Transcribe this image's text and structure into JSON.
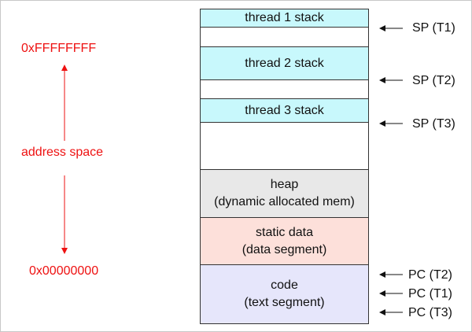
{
  "address_space": {
    "top_address": "0xFFFFFFFF",
    "caption": "address space",
    "bottom_address": "0x00000000",
    "color": "#ee1111"
  },
  "memory_segments": [
    {
      "name": "thread-1-stack",
      "lines": [
        "thread 1 stack"
      ],
      "fill": "#c8f8fc"
    },
    {
      "name": "thread-1-gap",
      "lines": [],
      "fill": "#ffffff"
    },
    {
      "name": "thread-2-stack",
      "lines": [
        "thread 2 stack"
      ],
      "fill": "#c8f8fc"
    },
    {
      "name": "thread-2-gap",
      "lines": [],
      "fill": "#ffffff"
    },
    {
      "name": "thread-3-stack",
      "lines": [
        "thread 3 stack"
      ],
      "fill": "#c8f8fc"
    },
    {
      "name": "free-gap",
      "lines": [],
      "fill": "#ffffff"
    },
    {
      "name": "heap",
      "lines": [
        "heap",
        "(dynamic allocated mem)"
      ],
      "fill": "#e8e8e8"
    },
    {
      "name": "static-data",
      "lines": [
        "static data",
        "(data segment)"
      ],
      "fill": "#fde0da"
    },
    {
      "name": "code",
      "lines": [
        "code",
        "(text segment)"
      ],
      "fill": "#e6e6fb"
    }
  ],
  "pointers": {
    "sp_t1": "SP (T1)",
    "sp_t2": "SP (T2)",
    "sp_t3": "SP (T3)",
    "pc_t2": "PC (T2)",
    "pc_t1": "PC (T1)",
    "pc_t3": "PC (T3)"
  }
}
